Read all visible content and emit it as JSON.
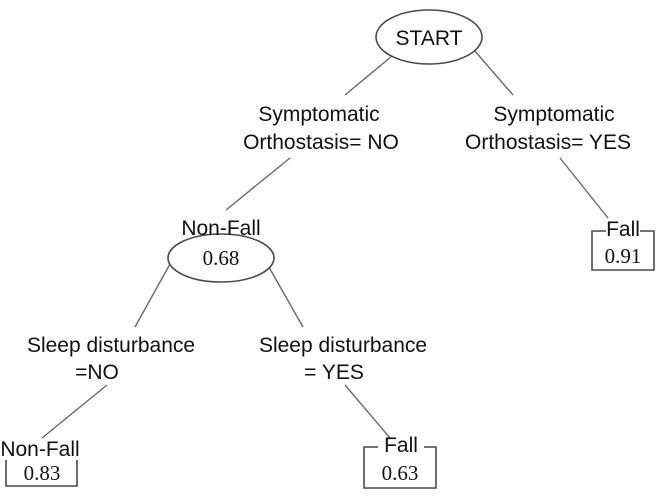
{
  "tree": {
    "root": {
      "label": "START"
    },
    "splits": {
      "orthostasis_no": {
        "line1": "Symptomatic",
        "line2": "Orthostasis= NO"
      },
      "orthostasis_yes": {
        "line1": "Symptomatic",
        "line2": "Orthostasis= YES"
      },
      "sleep_no": {
        "line1": "Sleep disturbance",
        "line2": "=NO"
      },
      "sleep_yes": {
        "line1": "Sleep disturbance",
        "line2": "= YES"
      }
    },
    "internal_node": {
      "label": "Non-Fall",
      "value": "0.68"
    },
    "leaves": {
      "fall_orthostasis_yes": {
        "label": "Fall",
        "value": "0.91"
      },
      "nonfall_sleep_no": {
        "label": "Non-Fall",
        "value": "0.83"
      },
      "fall_sleep_yes": {
        "label": "Fall",
        "value": "0.63"
      }
    }
  }
}
